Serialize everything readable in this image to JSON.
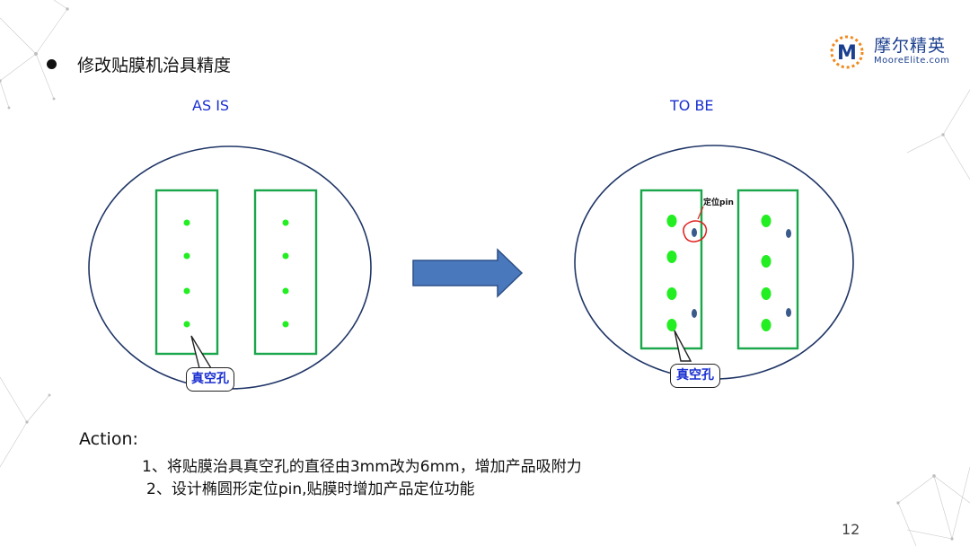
{
  "slide": {
    "title": "修改贴膜机治具精度",
    "page_number": "12"
  },
  "logo": {
    "mark": "M",
    "name_cn": "摩尔精英",
    "name_en": "MooreElite.com"
  },
  "diagram": {
    "as_is_label": "AS  IS",
    "to_be_label": "TO  BE",
    "callout_vacuum_left": "真空孔",
    "callout_vacuum_right": "真空孔",
    "pin_label": "定位pin",
    "colors": {
      "fixture_border": "#1aa64a",
      "vacuum_hole": "#22ee22",
      "pin": "#3a5a8a",
      "arrow_fill": "#4a78bd",
      "arrow_stroke": "#2c4f86",
      "ellipse_stroke": "#1f3566",
      "callout_text": "#1a2fd0",
      "pin_circle": "#e02020"
    }
  },
  "action": {
    "heading": "Action:",
    "items": [
      "1、将贴膜治具真空孔的直径由3mm改为6mm，增加产品吸附力",
      "2、设计椭圆形定位pin,贴膜时增加产品定位功能"
    ]
  }
}
